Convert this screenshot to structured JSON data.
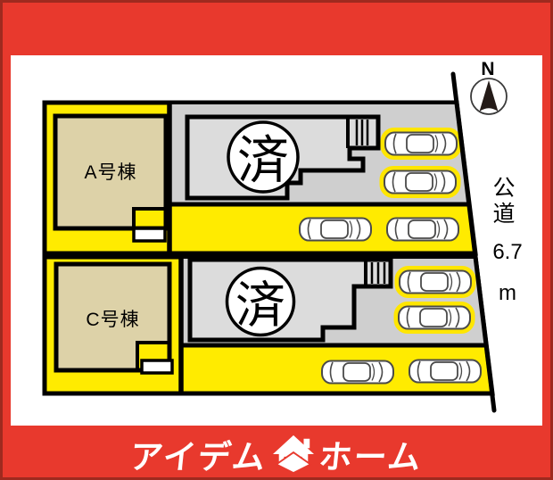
{
  "compass": {
    "label": "N"
  },
  "road": {
    "name": "公道",
    "width": "6.7",
    "unit": "m"
  },
  "site": {
    "lot_a": {
      "label": "A号棟"
    },
    "lot_c": {
      "label": "C号棟"
    },
    "sold_top": {
      "badge": "済"
    },
    "sold_bottom": {
      "badge": "済"
    }
  },
  "footer": {
    "brand_left": "アイデム",
    "brand_right": "ホーム"
  },
  "colors": {
    "frame_red": "#e8392d",
    "frame_dark_red": "#9e2a1f",
    "lot_yellow": "#ffeb00",
    "building_tan": "#ddd2a8",
    "sold_lot_gray": "#cfcfcf",
    "sold_house_gray": "#dcdcdc",
    "car_highlight_yellow": "#ffe600"
  }
}
